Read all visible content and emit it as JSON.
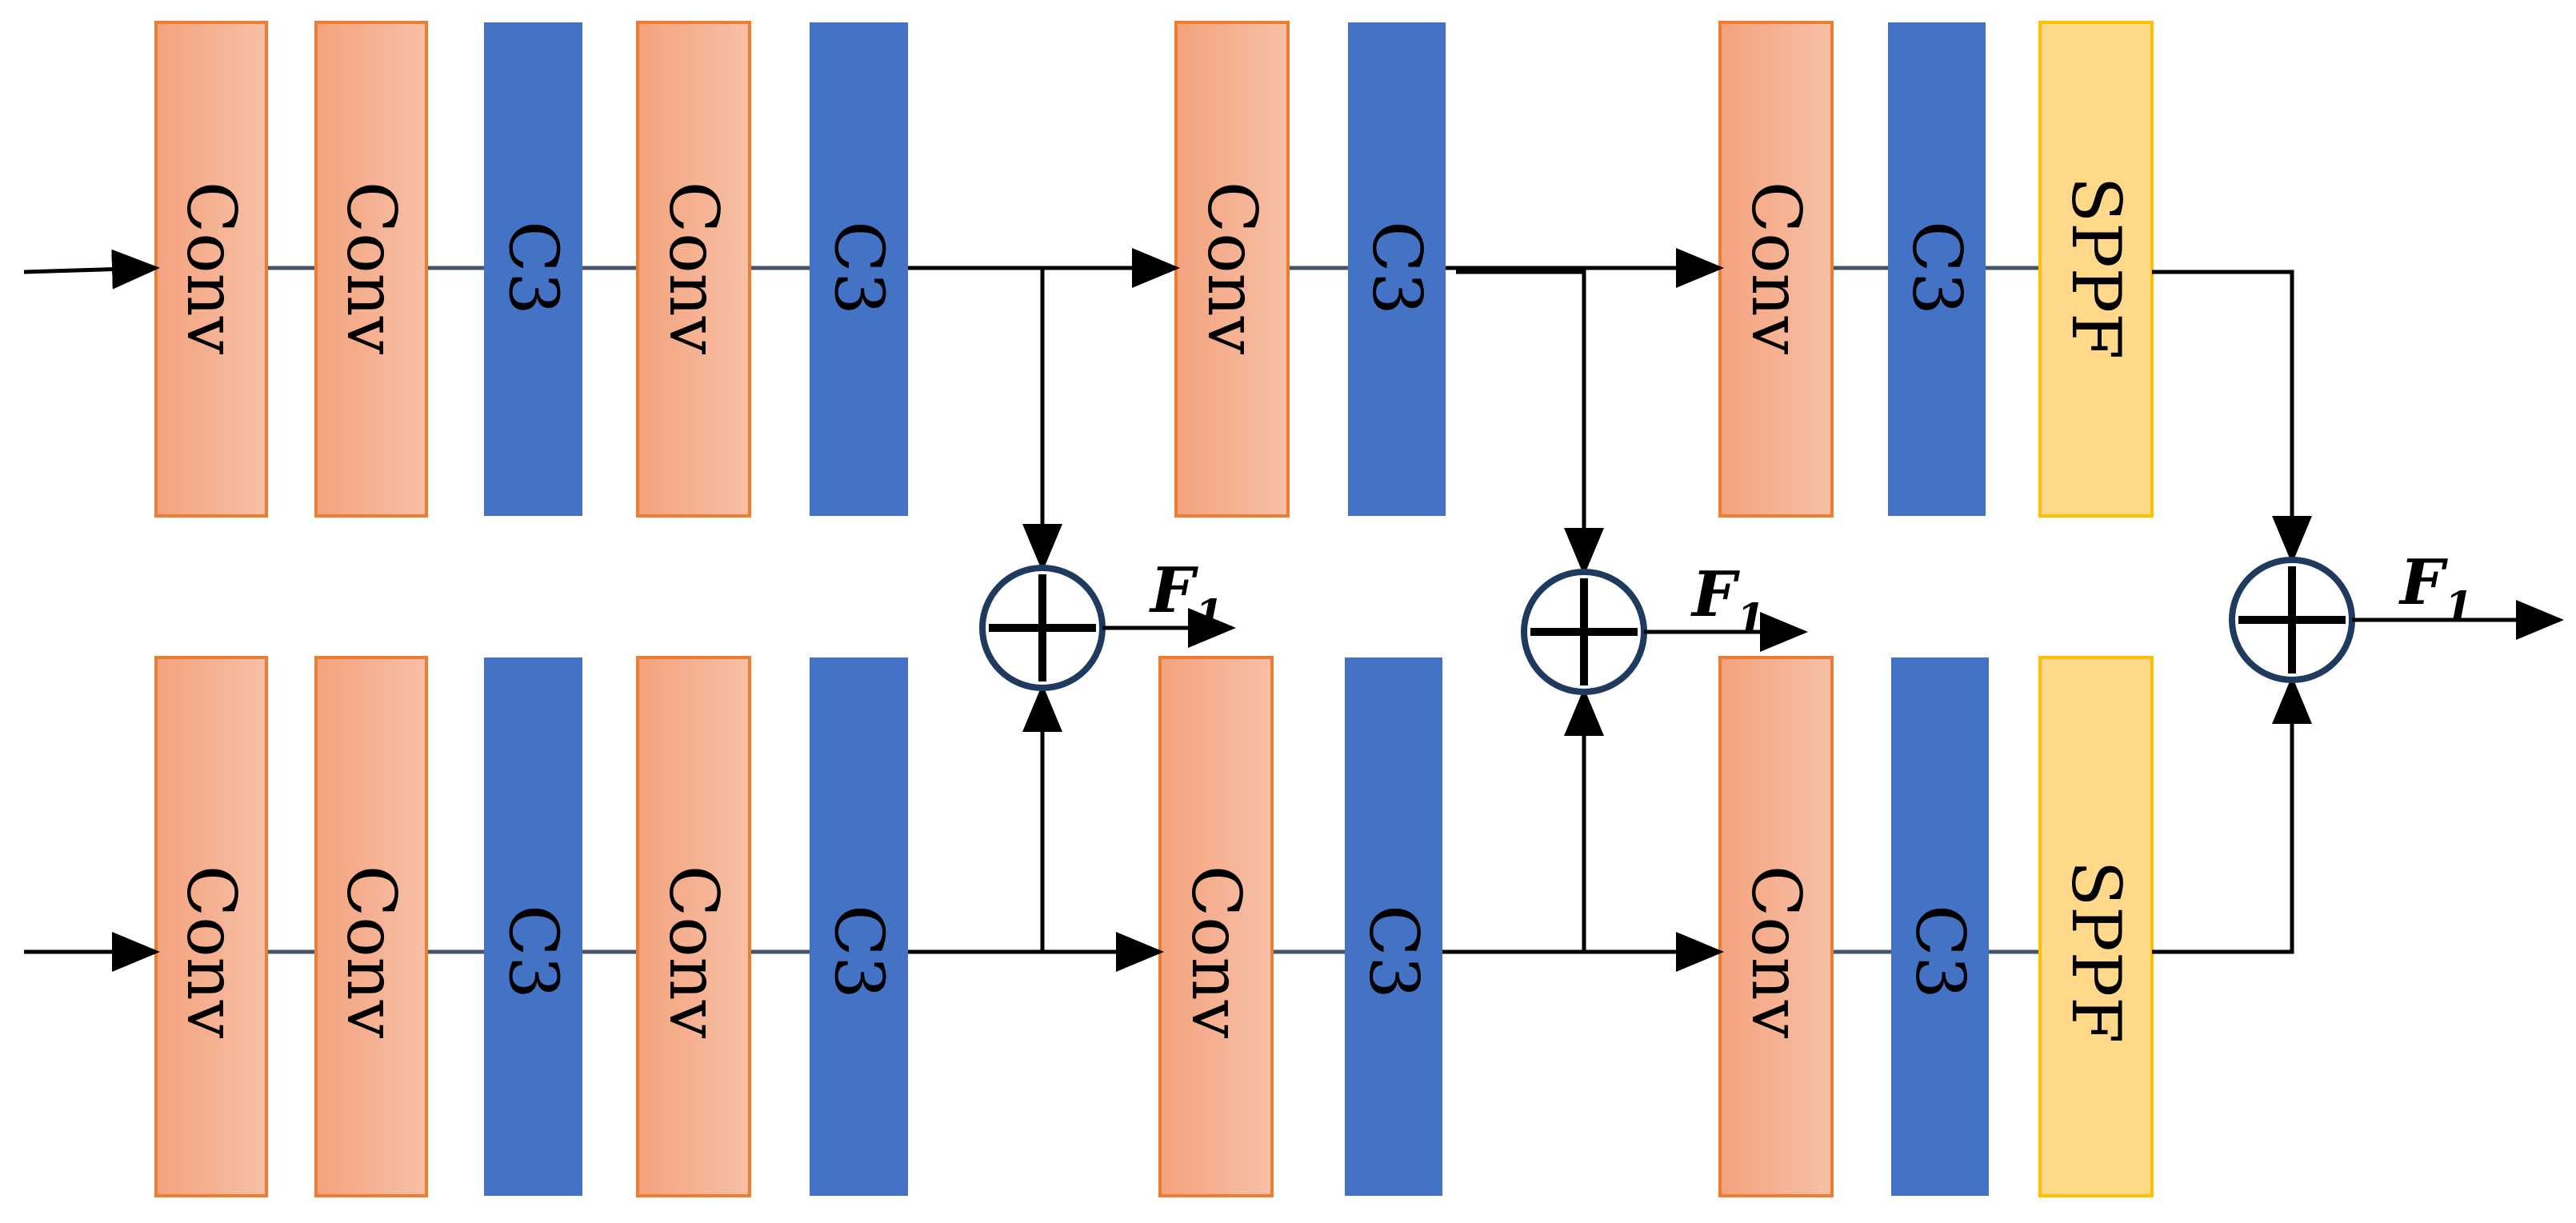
{
  "diagram": {
    "branches": [
      {
        "id": "top",
        "blocks": [
          {
            "label": "Conv",
            "type": "conv"
          },
          {
            "label": "Conv",
            "type": "conv"
          },
          {
            "label": "C3",
            "type": "c3"
          },
          {
            "label": "Conv",
            "type": "conv"
          },
          {
            "label": "C3",
            "type": "c3"
          },
          {
            "label": "Conv",
            "type": "conv"
          },
          {
            "label": "C3",
            "type": "c3"
          },
          {
            "label": "Conv",
            "type": "conv"
          },
          {
            "label": "C3",
            "type": "c3"
          },
          {
            "label": "SPPF",
            "type": "sppf"
          }
        ]
      },
      {
        "id": "bottom",
        "blocks": [
          {
            "label": "Conv",
            "type": "conv"
          },
          {
            "label": "Conv",
            "type": "conv"
          },
          {
            "label": "C3",
            "type": "c3"
          },
          {
            "label": "Conv",
            "type": "conv"
          },
          {
            "label": "C3",
            "type": "c3"
          },
          {
            "label": "Conv",
            "type": "conv"
          },
          {
            "label": "C3",
            "type": "c3"
          },
          {
            "label": "Conv",
            "type": "conv"
          },
          {
            "label": "C3",
            "type": "c3"
          },
          {
            "label": "SPPF",
            "type": "sppf"
          }
        ]
      }
    ],
    "fusions": [
      {
        "label": "F",
        "subscript": "1",
        "symbol": "⊕"
      },
      {
        "label": "F",
        "subscript": "1",
        "symbol": "⊕"
      },
      {
        "label": "F",
        "subscript": "1",
        "symbol": "⊕"
      }
    ],
    "colors": {
      "conv_fill_start": "#f4a27e",
      "conv_fill_end": "#f7c0a6",
      "conv_border": "#ed7d31",
      "c3_fill": "#4472c4",
      "sppf_fill": "#ffd88a",
      "sppf_border": "#ffc000",
      "link": "#44546a",
      "arrow": "#000000",
      "fusion_border": "#1f3a5f"
    }
  }
}
